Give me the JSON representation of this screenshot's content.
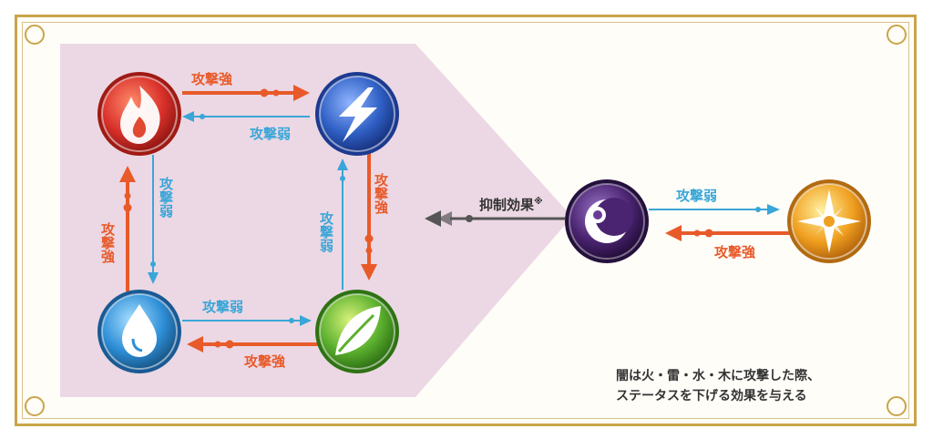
{
  "colors": {
    "strong": "#e85a2a",
    "weak": "#3aa6d8",
    "suppress": "#555555",
    "panel": "#ecd8e4",
    "frame": "#c9a54a"
  },
  "elements": {
    "fire": {
      "icon": "flame-icon",
      "color": "#d9312b"
    },
    "thunder": {
      "icon": "lightning-icon",
      "color": "#2f5fc4"
    },
    "water": {
      "icon": "water-drop-icon",
      "color": "#2f8fd8"
    },
    "wood": {
      "icon": "leaf-icon",
      "color": "#5bb02e"
    },
    "dark": {
      "icon": "crescent-eye-icon",
      "color": "#4a2470"
    },
    "light": {
      "icon": "compass-star-icon",
      "color": "#f0a020"
    }
  },
  "labels": {
    "fire_to_thunder": "攻撃強",
    "thunder_to_fire": "攻撃弱",
    "thunder_to_wood": "攻撃強",
    "wood_to_thunder": "攻撃弱",
    "wood_to_water": "攻撃強",
    "water_to_wood": "攻撃弱",
    "water_to_fire": "攻撃強",
    "fire_to_water": "攻撃弱",
    "dark_to_light": "攻撃弱",
    "light_to_dark": "攻撃強",
    "suppress": "抑制効果",
    "suppress_mark": "※"
  },
  "note": {
    "line1": "闇は火・雷・水・木に攻撃した際、",
    "line2": "ステータスを下げる効果を与える"
  }
}
